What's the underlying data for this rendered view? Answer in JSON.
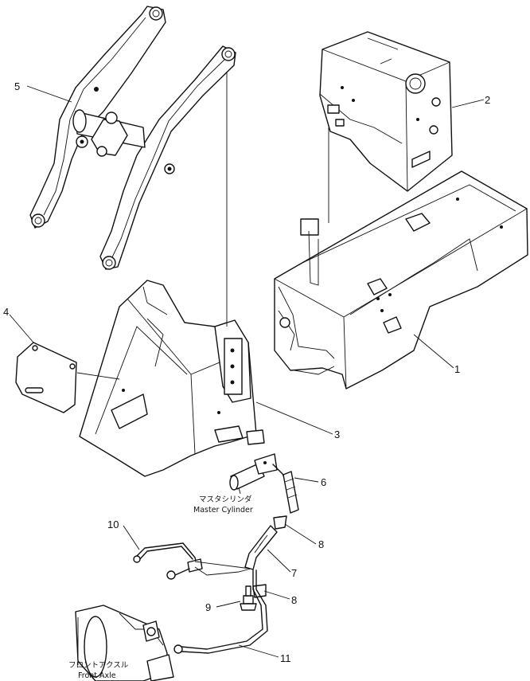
{
  "callouts": {
    "c1": "1",
    "c2": "2",
    "c3": "3",
    "c4": "4",
    "c5": "5",
    "c6": "6",
    "c7": "7",
    "c8a": "8",
    "c8b": "8",
    "c9": "9",
    "c10": "10",
    "c11": "11"
  },
  "captions": {
    "master_cylinder_jp": "マスタシリンダ",
    "master_cylinder_en": "Master Cylinder",
    "front_axle_jp": "フロントアクスル",
    "front_axle_en": "Front Axle"
  }
}
